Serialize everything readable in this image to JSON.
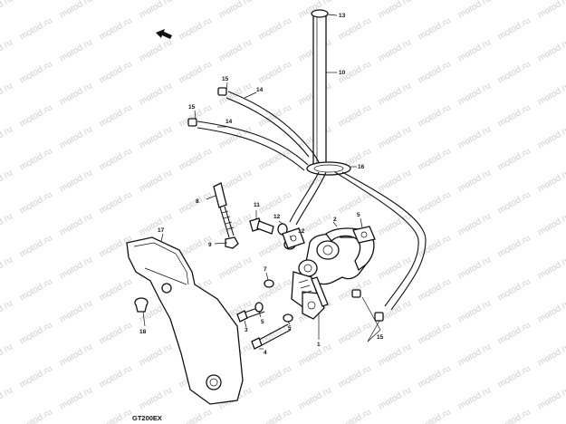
{
  "diagram": {
    "watermark_text": "motod.ru",
    "model_code": "GT200EX",
    "callouts": [
      {
        "id": "c1",
        "text": "1"
      },
      {
        "id": "c2",
        "text": "2"
      },
      {
        "id": "c3",
        "text": "3"
      },
      {
        "id": "c4",
        "text": "4"
      },
      {
        "id": "c5a",
        "text": "5"
      },
      {
        "id": "c5b",
        "text": "5"
      },
      {
        "id": "c6",
        "text": "6"
      },
      {
        "id": "c7",
        "text": "7"
      },
      {
        "id": "c8",
        "text": "8"
      },
      {
        "id": "c9",
        "text": "9"
      },
      {
        "id": "c10",
        "text": "10"
      },
      {
        "id": "c11",
        "text": "11"
      },
      {
        "id": "c12a",
        "text": "12"
      },
      {
        "id": "c12b",
        "text": "12"
      },
      {
        "id": "c13",
        "text": "13"
      },
      {
        "id": "c14a",
        "text": "14"
      },
      {
        "id": "c14b",
        "text": "14"
      },
      {
        "id": "c15a",
        "text": "15"
      },
      {
        "id": "c15b",
        "text": "15"
      },
      {
        "id": "c15c",
        "text": "15"
      },
      {
        "id": "c16",
        "text": "16"
      },
      {
        "id": "c17",
        "text": "17"
      },
      {
        "id": "c18",
        "text": "18"
      }
    ]
  }
}
